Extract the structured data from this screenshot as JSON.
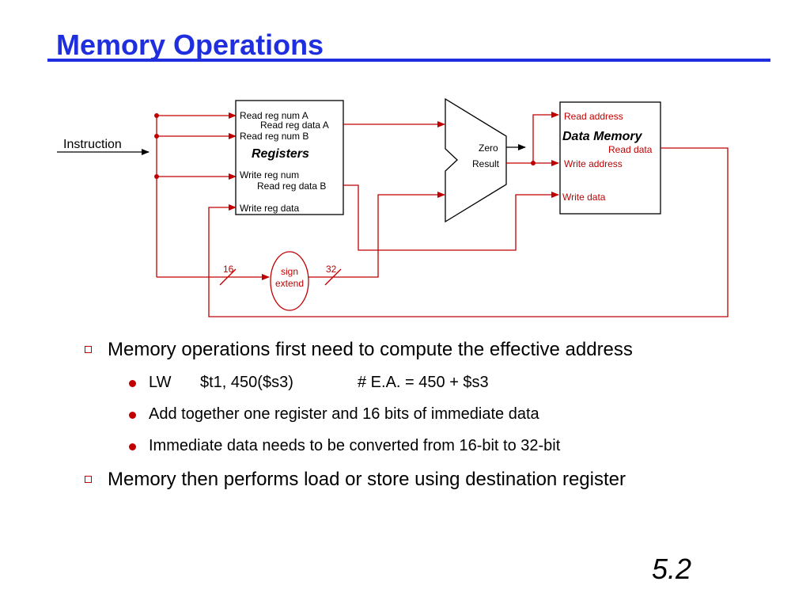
{
  "slide": {
    "title": "Memory Operations",
    "number": "5.2"
  },
  "diagram": {
    "instruction": "Instruction",
    "registers": {
      "title": "Registers",
      "read_reg_num_a": "Read reg num A",
      "read_reg_data_a": "Read reg data A",
      "read_reg_num_b": "Read reg num B",
      "write_reg_num": "Write reg num",
      "read_reg_data_b": "Read reg data B",
      "write_reg_data": "Write reg data"
    },
    "alu": {
      "zero": "Zero",
      "result": "Result"
    },
    "data_memory": {
      "title": "Data Memory",
      "read_address": "Read address",
      "read_data": "Read data",
      "write_address": "Write address",
      "write_data": "Write data"
    },
    "sign_extend": {
      "line1": "sign",
      "line2": "extend",
      "in_bits": "16",
      "out_bits": "32"
    },
    "colors": {
      "wire": "#c00000",
      "title": "#1f2fe0"
    }
  },
  "bullets": [
    {
      "text": "Memory operations first need to compute the effective address",
      "sub": [
        {
          "op": "LW",
          "args": "$t1, 450($s3)",
          "comment": "# E.A. = 450 + $s3"
        },
        {
          "text": "Add together one register and 16 bits of immediate data"
        },
        {
          "text": "Immediate data needs to be converted from 16-bit to 32-bit"
        }
      ]
    },
    {
      "text": "Memory then performs load or store using destination register"
    }
  ]
}
